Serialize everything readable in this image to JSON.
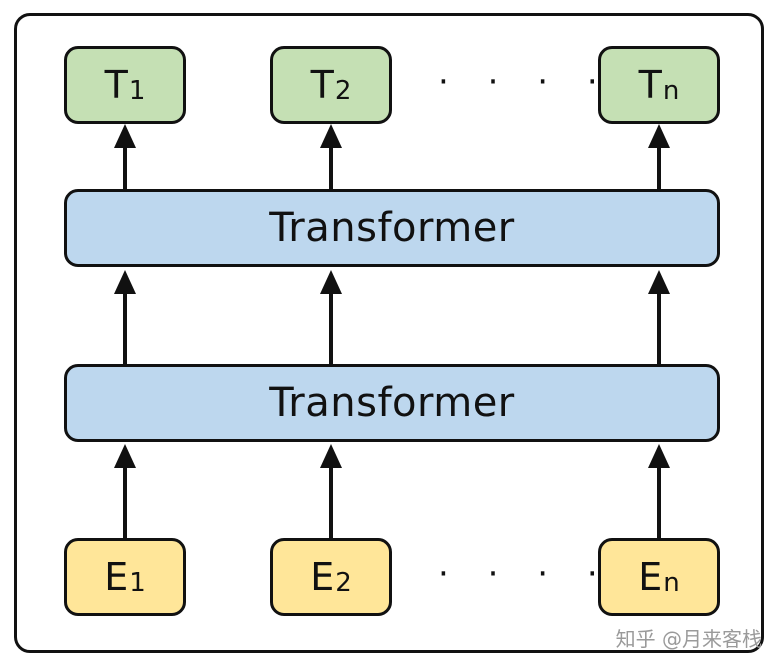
{
  "colors": {
    "output_fill": "#c5e0b4",
    "input_fill": "#ffe699",
    "layer_fill": "#bdd7ee",
    "stroke": "#111111"
  },
  "outputs": [
    {
      "base": "T",
      "sub": "1"
    },
    {
      "base": "T",
      "sub": "2"
    },
    {
      "base": "T",
      "sub": "n"
    }
  ],
  "inputs": [
    {
      "base": "E",
      "sub": "1"
    },
    {
      "base": "E",
      "sub": "2"
    },
    {
      "base": "E",
      "sub": "n"
    }
  ],
  "layers": [
    {
      "label": "Transformer"
    },
    {
      "label": "Transformer"
    }
  ],
  "ellipsis": "· · · ·",
  "watermark": "知乎 @月来客栈"
}
